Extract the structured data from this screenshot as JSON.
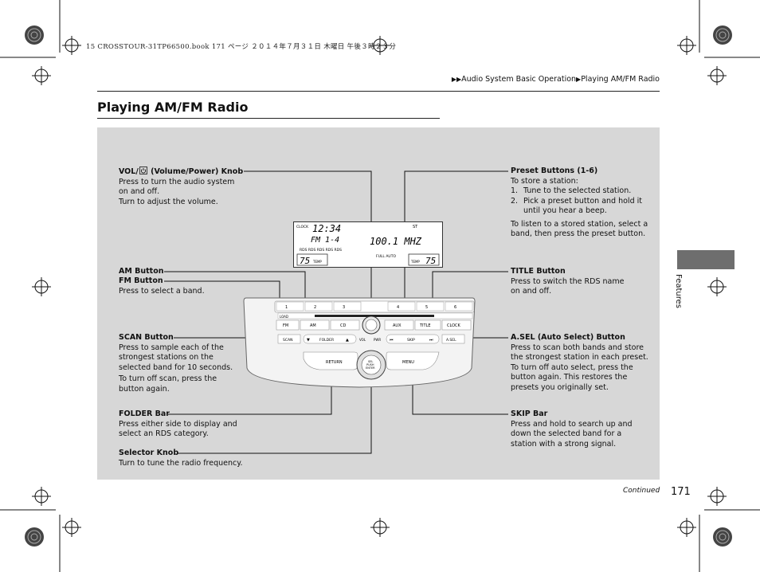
{
  "header": {
    "printer_line": "15 CROSSTOUR-31TP66500.book  171 ページ  ２０１４年７月３１日  木曜日  午後３時２３分",
    "breadcrumb": [
      "Audio System Basic Operation",
      "Playing AM/FM Radio"
    ]
  },
  "page_title": "Playing AM/FM Radio",
  "side_tab": "Features",
  "labels": {
    "vol": {
      "title_pre": "VOL/",
      "title_post": " (Volume/Power) Knob",
      "lines": [
        "Press to turn the audio system",
        "on and off.",
        "Turn to adjust the volume."
      ]
    },
    "preset": {
      "title": "Preset Buttons (1-6)",
      "lines": [
        "To store a station:"
      ],
      "steps": [
        {
          "n": "1.",
          "lines": [
            "Tune to the selected station."
          ]
        },
        {
          "n": "2.",
          "lines": [
            "Pick a preset button and hold it",
            "until you hear a beep."
          ]
        }
      ],
      "after": [
        "To listen to a stored station, select a",
        "band, then press the preset button."
      ]
    },
    "am": {
      "title": "AM Button"
    },
    "fm": {
      "title": "FM Button",
      "lines": [
        "Press to select a band."
      ]
    },
    "title_btn": {
      "title": "TITLE Button",
      "lines": [
        "Press to switch the RDS name",
        "on and off."
      ]
    },
    "scan": {
      "title": "SCAN Button",
      "lines": [
        "Press to sample each of the",
        "strongest stations on the",
        "selected band for 10 seconds."
      ],
      "lines2": [
        "To turn off scan, press the",
        "button again."
      ]
    },
    "asel": {
      "title": "A.SEL (Auto Select) Button",
      "lines": [
        "Press to scan both bands and store",
        "the strongest station in each preset.",
        "To turn off auto select, press the",
        "button again. This restores the",
        "presets you originally set."
      ]
    },
    "folder": {
      "title": "FOLDER Bar",
      "lines": [
        "Press either side to display and",
        "select an RDS category."
      ]
    },
    "skip": {
      "title": "SKIP Bar",
      "lines": [
        "Press and hold to search up and",
        "down the selected band for a",
        "station with a strong signal."
      ]
    },
    "selector": {
      "title": "Selector Knob",
      "lines": [
        "Turn to tune the radio frequency."
      ]
    }
  },
  "display": {
    "clock_label": "CLOCK",
    "clock": "12:34",
    "band": "FM 1-4",
    "freq": "100.1 MHZ",
    "st": "ST",
    "temp_left": "75",
    "temp_right": "75",
    "temp_word": "TEMP",
    "full_auto": "FULL AUTO",
    "rds_codes": "RDS RDS RDS RDS RDS"
  },
  "device": {
    "presets": [
      "1",
      "2",
      "3",
      "4",
      "5",
      "6"
    ],
    "load": "LOAD",
    "row_buttons": [
      "FM",
      "AM",
      "CD",
      "AUX",
      "TITLE",
      "CLOCK"
    ],
    "scan": "SCAN",
    "folder": "FOLDER",
    "skip": "SKIP",
    "vol": "VOL",
    "pwr": "PWR",
    "asel": "A.SEL",
    "return": "RETURN",
    "menu": "MENU",
    "knob": [
      "SEL",
      "PUSH",
      "ENTER"
    ]
  },
  "footer": {
    "continued": "Continued",
    "page_number": "171"
  }
}
